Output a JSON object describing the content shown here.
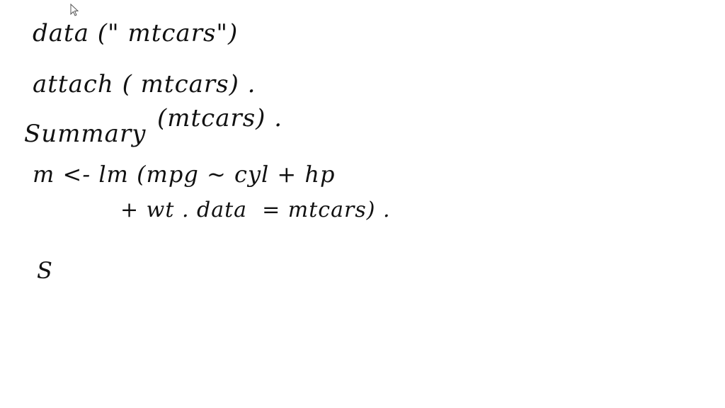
{
  "whiteboard": {
    "lines": [
      "data (\" mtcars\")",
      "attach ( mtcars) .",
      "Summary",
      "(mtcars) .",
      "m <- lm (mpg ~ cyl + hp",
      "+ wt . data  = mtcars) .",
      "S"
    ],
    "ink_color": "#111111",
    "background": "#ffffff"
  },
  "cursor": {
    "icon": "arrow-pointer-icon"
  }
}
